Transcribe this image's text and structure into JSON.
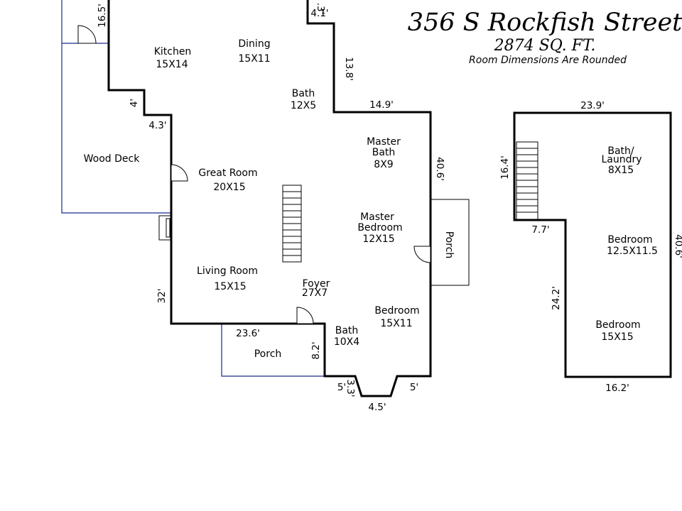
{
  "header": {
    "address": "356 S Rockfish Street",
    "area": "2874 SQ. FT.",
    "note": "Room Dimensions Are Rounded"
  },
  "rooms": {
    "kitchen": {
      "name": "Kitchen",
      "size": "15X14"
    },
    "dining": {
      "name": "Dining",
      "size": "15X11"
    },
    "bath_upper": {
      "name": "Bath",
      "size": "12X5"
    },
    "master_bath": {
      "name1": "Master",
      "name2": "Bath",
      "size": "8X9"
    },
    "wood_deck": {
      "name": "Wood Deck"
    },
    "great_room": {
      "name": "Great Room",
      "size": "20X15"
    },
    "master_bedroom": {
      "name1": "Master",
      "name2": "Bedroom",
      "size": "12X15"
    },
    "porch_side": {
      "name": "Porch"
    },
    "living_room": {
      "name": "Living Room",
      "size": "15X15"
    },
    "foyer": {
      "name": "Foyer",
      "size": "27X7"
    },
    "bedroom_main": {
      "name": "Bedroom",
      "size": "15X11"
    },
    "bath_lower": {
      "name": "Bath",
      "size": "10X4"
    },
    "porch_front": {
      "name": "Porch"
    },
    "bath_laundry": {
      "name1": "Bath/",
      "name2": "Laundry",
      "size": "8X15"
    },
    "bedroom_2": {
      "name": "Bedroom",
      "size": "12.5X11.5"
    },
    "bedroom_3": {
      "name": "Bedroom",
      "size": "15X15"
    }
  },
  "dimensions": {
    "d_16_5": "16.5'",
    "d_4_1": "4.1'",
    "d_3": ".3'",
    "d_13_8": "13.8'",
    "d_4": "4'",
    "d_4_3": "4.3'",
    "d_14_9": "14.9'",
    "d_40_6_main": "40.6'",
    "d_32": "32'",
    "d_23_6": "23.6'",
    "d_8_2": "8.2'",
    "d_5_left": "5'",
    "d_3_3": "3.3'",
    "d_4_5": "4.5'",
    "d_5_right": "5'",
    "d_23_9": "23.9'",
    "d_16_4": "16.4'",
    "d_7_7": "7.7'",
    "d_40_6_second": "40.6'",
    "d_24_2": "24.2'",
    "d_16_2": "16.2'"
  }
}
